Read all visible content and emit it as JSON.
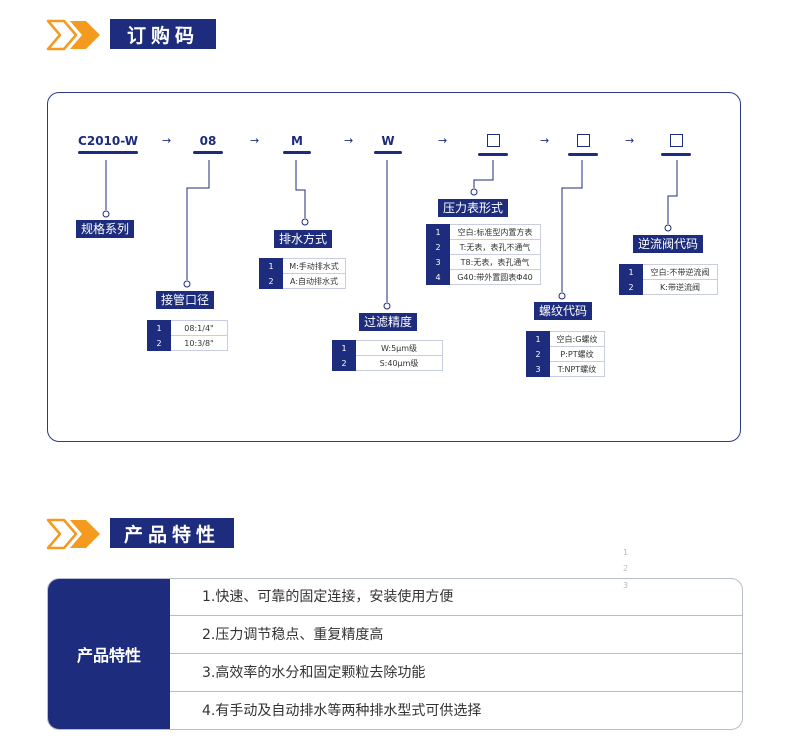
{
  "sections": {
    "order_code": {
      "title": "订购码"
    },
    "features": {
      "title": "产品特性"
    }
  },
  "code_row": [
    {
      "code": "C2010-W"
    },
    {
      "code": "08"
    },
    {
      "code": "M"
    },
    {
      "code": "W"
    },
    {
      "code": "",
      "box": true
    },
    {
      "code": "",
      "box": true
    },
    {
      "code": "",
      "box": true
    }
  ],
  "arrow_glyph": "→",
  "groups": {
    "series": {
      "label": "规格系列"
    },
    "port": {
      "label": "接管口径",
      "options": [
        {
          "n": "1",
          "v": "08:1/4\""
        },
        {
          "n": "2",
          "v": "10:3/8\""
        }
      ]
    },
    "drain": {
      "label": "排水方式",
      "options": [
        {
          "n": "1",
          "v": "M:手动排水式"
        },
        {
          "n": "2",
          "v": "A:自动排水式"
        }
      ]
    },
    "filter": {
      "label": "过滤精度",
      "options": [
        {
          "n": "1",
          "v": "W:5μm级"
        },
        {
          "n": "2",
          "v": "S:40μm级"
        }
      ]
    },
    "gauge": {
      "label": "压力表形式",
      "options": [
        {
          "n": "1",
          "v": "空白:标准型内置方表"
        },
        {
          "n": "2",
          "v": "T:无表，表孔不通气"
        },
        {
          "n": "3",
          "v": "T8:无表，表孔通气"
        },
        {
          "n": "4",
          "v": "G40:带外置圆表Φ40"
        }
      ]
    },
    "thread": {
      "label": "螺纹代码",
      "options": [
        {
          "n": "1",
          "v": "空白:G螺纹"
        },
        {
          "n": "2",
          "v": "P:PT螺纹"
        },
        {
          "n": "3",
          "v": "T:NPT螺纹"
        }
      ]
    },
    "check": {
      "label": "逆流阀代码",
      "options": [
        {
          "n": "1",
          "v": "空白:不带逆流阀"
        },
        {
          "n": "2",
          "v": "K:带逆流阀"
        }
      ]
    }
  },
  "features": {
    "left_label": "产品特性",
    "items": [
      "1.快速、可靠的固定连接，安装使用方便",
      "2.压力调节稳点、重复精度高",
      "3.高效率的水分和固定颗粒去除功能",
      "4.有手动及自动排水等两种排水型式可供选择"
    ],
    "ghost_numbers": [
      "1",
      "2",
      "3"
    ]
  },
  "colors": {
    "navy": "#1d2c7c",
    "orange": "#f39a1f"
  }
}
